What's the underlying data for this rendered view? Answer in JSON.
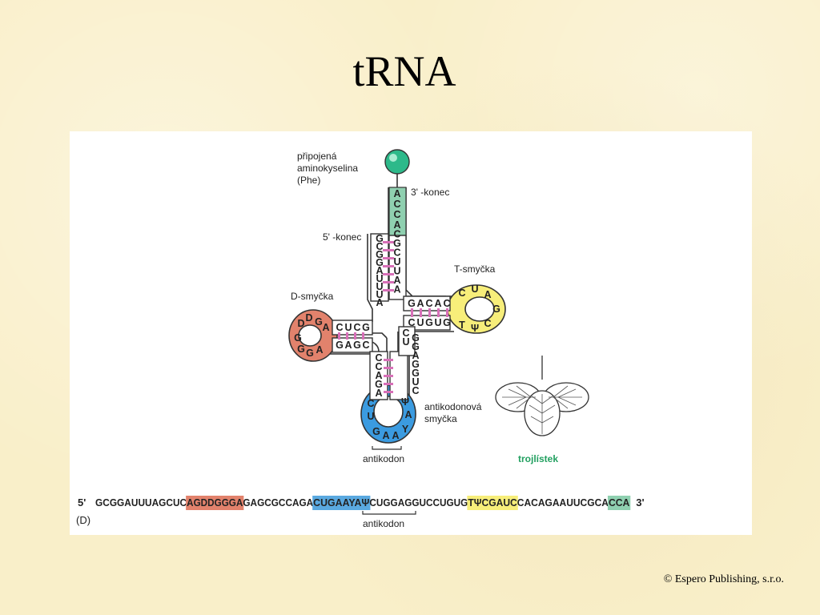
{
  "title": "tRNA",
  "labels": {
    "amino_acid": [
      "připojená",
      "aminokyselina",
      "(Phe)"
    ],
    "three_prime_end": "3' -konec",
    "five_prime_end": "5' -konec",
    "t_loop": "T-smyčka",
    "d_loop": "D-smyčka",
    "anticodon_loop": [
      "antikodonová",
      "smyčka"
    ],
    "anticodon": "antikodon",
    "cloverleaf": "trojlístek",
    "panel_letter": "(D)"
  },
  "sequence": {
    "five_prime": "5'",
    "three_prime": "3'",
    "segments": [
      {
        "text": "GCGGAUUUAGCUC",
        "highlight": ""
      },
      {
        "text": "AGDDGGGA",
        "highlight": "#e2826c"
      },
      {
        "text": "GAGCGCCAGA",
        "highlight": ""
      },
      {
        "text": "CUGAAYAΨ",
        "highlight": "#5aa9e0"
      },
      {
        "text": "CUGGAGGUCCUGUG",
        "highlight": ""
      },
      {
        "text": "TΨCGAUC",
        "highlight": "#f7ee7a"
      },
      {
        "text": "CACAGAAUUCGCA",
        "highlight": ""
      },
      {
        "text": "CCA",
        "highlight": "#8fd0b0"
      }
    ],
    "anticodon_label": "antikodon"
  },
  "nucleotides": {
    "acceptor_5": [
      "G",
      "C",
      "G",
      "G",
      "A",
      "U",
      "U",
      "U",
      "A"
    ],
    "acceptor_3_top": [
      "A",
      "C",
      "C"
    ],
    "acceptor_3": [
      "A",
      "C",
      "G",
      "C",
      "U",
      "U",
      "A",
      "A"
    ],
    "d_stem_top": [
      "C",
      "U",
      "C",
      "G"
    ],
    "d_stem_bottom": [
      "G",
      "A",
      "G",
      "C"
    ],
    "d_loop": [
      "D",
      "G",
      "A",
      "D",
      "G",
      "G",
      "G",
      "A"
    ],
    "t_stem_top": [
      "G",
      "A",
      "C",
      "A",
      "C"
    ],
    "t_stem_bottom": [
      "C",
      "U",
      "G",
      "U",
      "G"
    ],
    "t_loop": [
      "C",
      "U",
      "A",
      "G",
      "C",
      "Ψ",
      "T"
    ],
    "ac_stem_left": [
      "C",
      "C",
      "A",
      "G",
      "A"
    ],
    "ac_stem_right": [
      "G",
      "G",
      "A",
      "G",
      "G",
      "U",
      "C"
    ],
    "connector": [
      "C",
      "U"
    ],
    "ac_loop": [
      "C",
      "U",
      "G",
      "A",
      "A",
      "Y",
      "A",
      "Ψ"
    ]
  },
  "colors": {
    "d_loop": "#e2826c",
    "anticodon_loop": "#3b9be0",
    "t_loop": "#f7ee7a",
    "acceptor": "#8fd0b0",
    "base_pair": "#d870b8",
    "amino_ball": "#2db98a",
    "cloverleaf_label": "#22a060"
  }
}
